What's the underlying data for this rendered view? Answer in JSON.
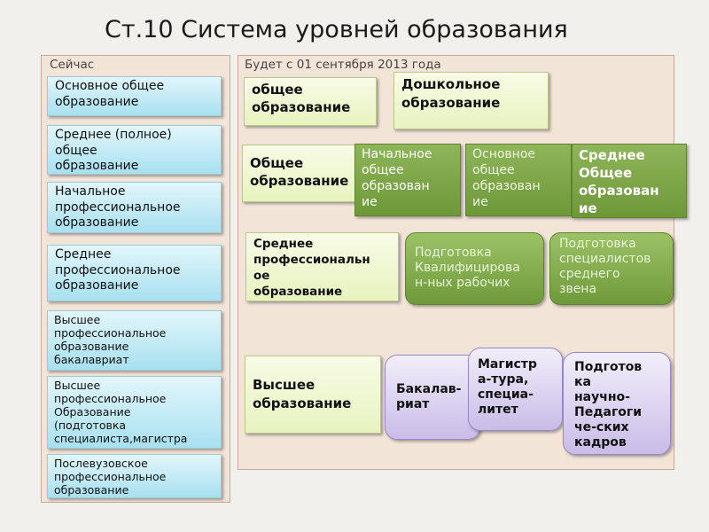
{
  "title": "Ст.10  Система уровней образования",
  "left_panel": {
    "label": "Сейчас",
    "items": [
      "Основное общее\nобразование",
      "Среднее (полное)\nобщее\nобразование",
      "Начальное\nпрофессиональное\nобразование",
      "Среднее\nпрофессиональное\nобразование",
      "Высшее\nпрофессиональное\nобразование\nбакалавриат",
      "Высшее\nпрофессиональное\nОбразование\n(подготовка\nспециалиста,магистра",
      "Послевузовское\nпрофессиональное\nобразование"
    ]
  },
  "right_panel": {
    "label": "Будет с 01 сентября 2013 года",
    "general_ed": "общее\nобразование",
    "preschool": "Дошкольное\nобразование",
    "general_ed_2": "Общее\nобразование",
    "primary_general": "Начальное\nобщее\nобразован\nие",
    "basic_general": "Основное\nобщее\nобразован\nие",
    "secondary_general": "Среднее\nОбщее\nобразован\nие",
    "secondary_prof": "Среднее\nпрофессиональн\nое\nобразование",
    "skilled_workers": "Подготовка\nКвалифицирова\nн-ных рабочих",
    "mid_specialists": "Подготовка\nспециалистов\nсреднего\nзвена",
    "higher_ed": "Высшее\nобразование",
    "bachelor": "Бакалав-\nриат",
    "master": "Магистр\nа-тура,\nспециа-\nлитет",
    "research_staff": "Подготов\nка\nнаучно-\nПедагоги\nче-ских\nкадров"
  }
}
